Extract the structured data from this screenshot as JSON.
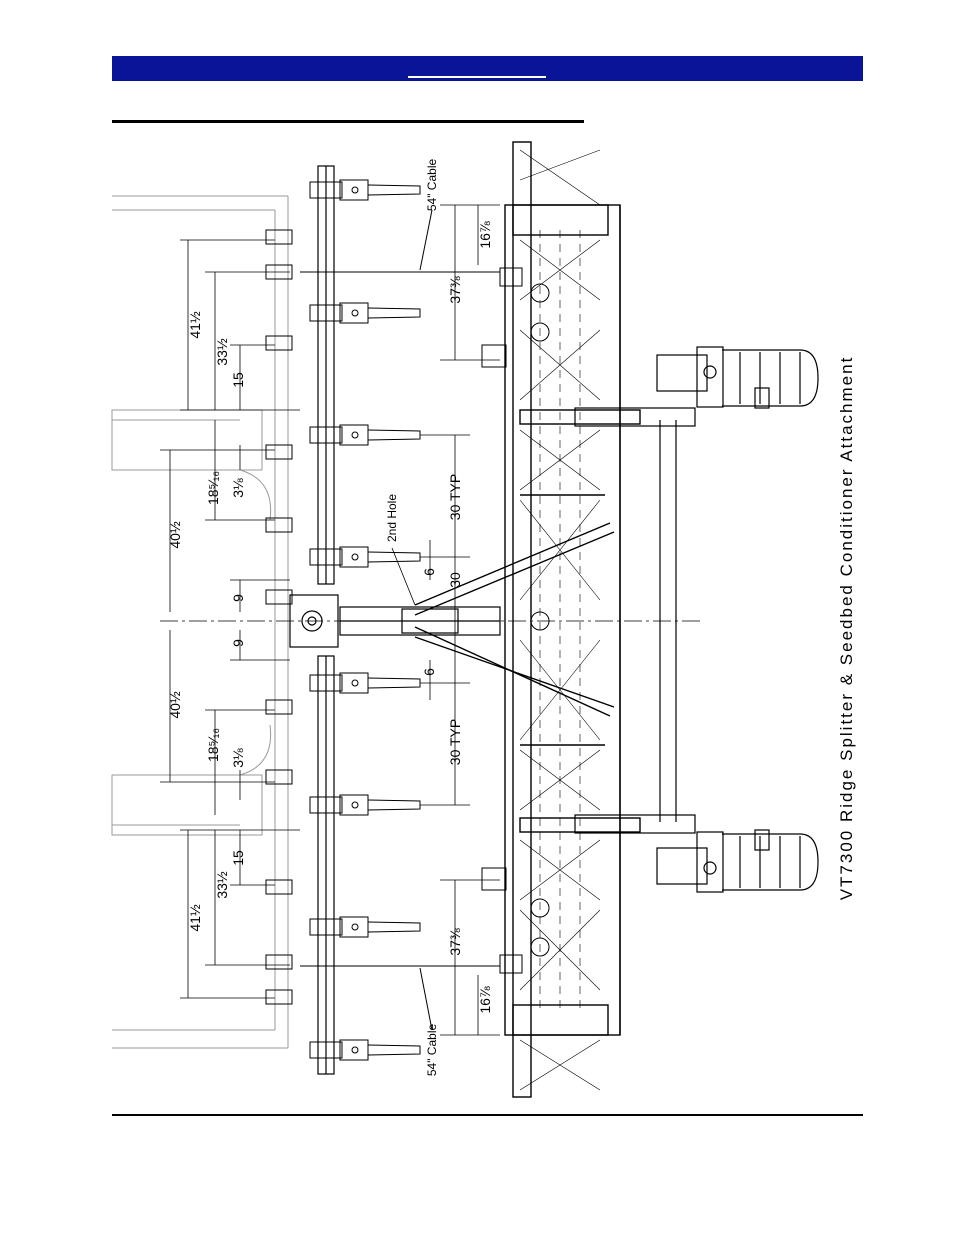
{
  "colors": {
    "header": "#0a1496",
    "line": "#000000",
    "ghost": "#9a9a9a"
  },
  "drawing": {
    "title": "VT7300 Ridge Splitter & Seedbed Conditioner Attachment",
    "cable_top": "54\" Cable",
    "cable_bottom": "54\" Cable",
    "hole_label": "2nd Hole",
    "dims": {
      "d41_top": "41½",
      "d33_top": "33½",
      "d15_top": "15",
      "d18_5_top": "18⁵⁄₁₆",
      "d3_top": "3⅛",
      "d40_top": "40½",
      "d9_top": "9",
      "d9_bottom": "9",
      "d40_bottom": "40½",
      "d18_5_bottom": "18⁵⁄₁₆",
      "d3_bottom": "3⅛",
      "d15_bottom": "15",
      "d33_bottom": "33½",
      "d41_bottom": "41½",
      "d16_top": "16⅞",
      "d37_top": "37⅜",
      "d30typ_top": "30 TYP",
      "d6_top": "6",
      "d30_center": "30",
      "d6_bottom": "6",
      "d30typ_bottom": "30 TYP",
      "d37_bottom": "37⅜",
      "d16_bottom": "16⅞"
    }
  }
}
